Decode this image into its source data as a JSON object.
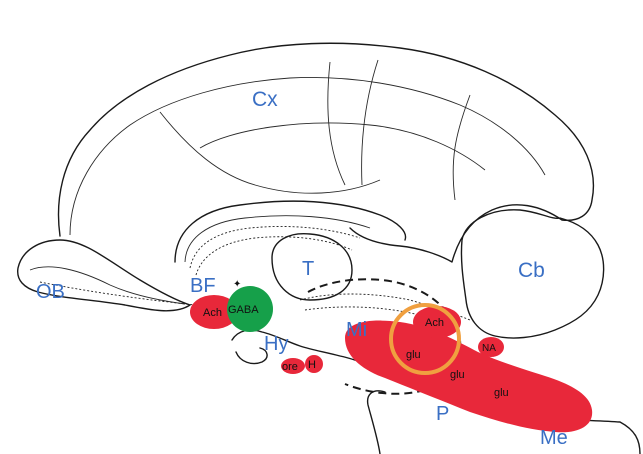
{
  "diagram": {
    "region_labels": {
      "cortex": "Cx",
      "thalamus": "T",
      "cerebellum": "Cb",
      "olfactory_bulb": "OB",
      "basal_forebrain": "BF",
      "hypothalamus": "Hy",
      "midbrain": "Mi",
      "pons": "P",
      "medulla": "Me"
    },
    "nuclei_labels": {
      "bf_ach": "Ach",
      "bf_gaba": "GABA",
      "ore": "ore",
      "h": "H",
      "ppt_ach": "Ach",
      "glu_1": "glu",
      "glu_2": "glu",
      "glu_3": "glu",
      "na": "NA"
    },
    "colors": {
      "red": "#e8283a",
      "green": "#16a04a",
      "orange": "#f0a040",
      "label_blue": "#3a6fc4"
    }
  }
}
